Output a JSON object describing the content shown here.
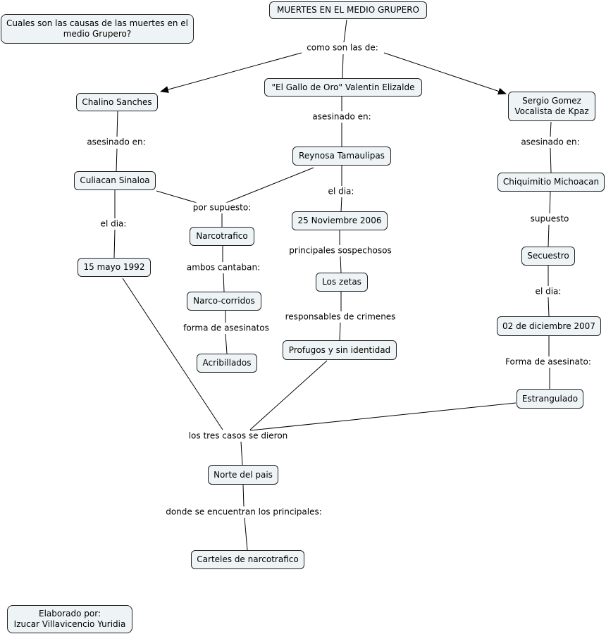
{
  "concepts": {
    "question": "Cuales son las causas de las muertes en el medio Grupero?",
    "title": "MUERTES EN EL MEDIO GRUPERO",
    "chalino": "Chalino Sanches",
    "gallo": "\"El Gallo de Oro\" Valentin Elizalde",
    "sergio": "Sergio Gomez\nVocalista de Kpaz",
    "culiacan": "Culiacan Sinaloa",
    "reynosa": "Reynosa Tamaulipas",
    "chiquimitio": "Chiquimitio Michoacan",
    "mayo1992": "15 mayo 1992",
    "narcotrafico": "Narcotrafico",
    "nov2006": "25 Noviembre 2006",
    "secuestro": "Secuestro",
    "narcocorridos": "Narco-corridos",
    "zetas": "Los zetas",
    "dic2007": "02 de diciembre 2007",
    "acribillados": "Acribillados",
    "profugos": "Profugos y sin identidad",
    "estrangulado": "Estrangulado",
    "norte": "Norte del pais",
    "carteles": "Carteles de narcotrafico",
    "author": "Elaborado por:\nIzucar Villavicencio Yuridia"
  },
  "phrases": {
    "como_son": "como son las de:",
    "asesinado1": "asesinado en:",
    "asesinado2": "asesinado en:",
    "asesinado3": "asesinado en:",
    "por_supuesto": "por supuesto:",
    "el_dia1": "el dia:",
    "el_dia2": "el dia:",
    "supuesto": "supuesto",
    "ambos": "ambos cantaban:",
    "sospechosos": "principales sospechosos",
    "el_dia3": "el dia:",
    "forma1": "forma de asesinatos",
    "responsables": "responsables de crimenes",
    "forma2": "Forma de asesinato:",
    "tres_casos": "los tres casos se dieron",
    "donde": "donde se encuentran los principales:"
  }
}
